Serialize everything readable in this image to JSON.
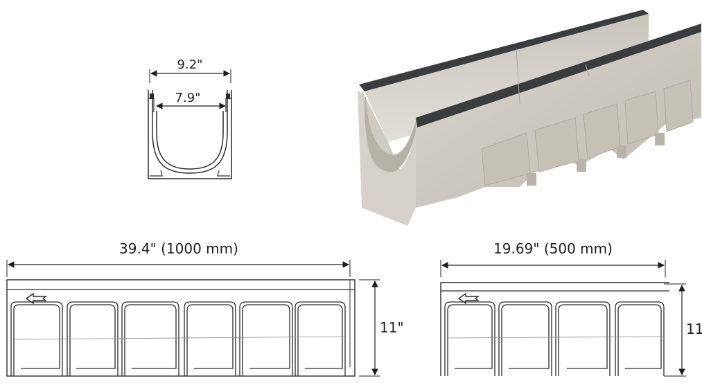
{
  "cross_section": {
    "outer_width": "9.2\"",
    "inner_width": "7.9\""
  },
  "side_long": {
    "length": "39.4\" (1000 mm)",
    "height": "11\""
  },
  "side_short": {
    "length": "19.69\" (500 mm)",
    "height": "11\""
  },
  "colors": {
    "line": "#2a2a2a",
    "concrete": "#cfcbc3",
    "grate_edge": "#3a3d40"
  },
  "icons": [
    "flow-arrow-icon"
  ]
}
